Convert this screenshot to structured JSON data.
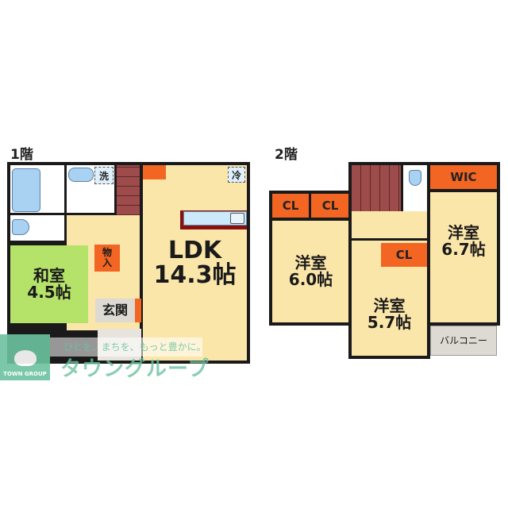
{
  "floors": {
    "first": {
      "title": "1階",
      "rooms": {
        "japanese": {
          "name": "和室",
          "size": "4.5帖"
        },
        "ldk": {
          "name": "LDK",
          "size": "14.3帖"
        },
        "entrance": {
          "name": "玄関"
        },
        "storage": {
          "name_top": "物",
          "name_bottom": "入"
        },
        "washer": {
          "name": "洗"
        },
        "fridge": {
          "name": "冷"
        }
      }
    },
    "second": {
      "title": "2階",
      "rooms": {
        "western_a": {
          "name": "洋室",
          "size": "6.0帖"
        },
        "western_b": {
          "name": "洋室",
          "size": "5.7帖"
        },
        "western_c": {
          "name": "洋室",
          "size": "6.7帖"
        },
        "closet_1": {
          "name": "CL"
        },
        "closet_2": {
          "name": "CL"
        },
        "closet_3": {
          "name": "CL"
        },
        "wic": {
          "name": "WIC"
        },
        "balcony": {
          "name": "バルコニー"
        }
      }
    }
  },
  "watermark": {
    "tagline": "ひとを、まちを、もっと豊かに。",
    "brand_kana": "タウングループ",
    "brand_en": "TOWN GROUP",
    "color": "#6cc3a0"
  },
  "colors": {
    "room": "#fbe6aa",
    "japanese_room": "#b5e36a",
    "closet": "#f26522",
    "stairs": "#9e4b4b",
    "fixture": "#a9d1f2",
    "wall": "#1a1a1a"
  }
}
